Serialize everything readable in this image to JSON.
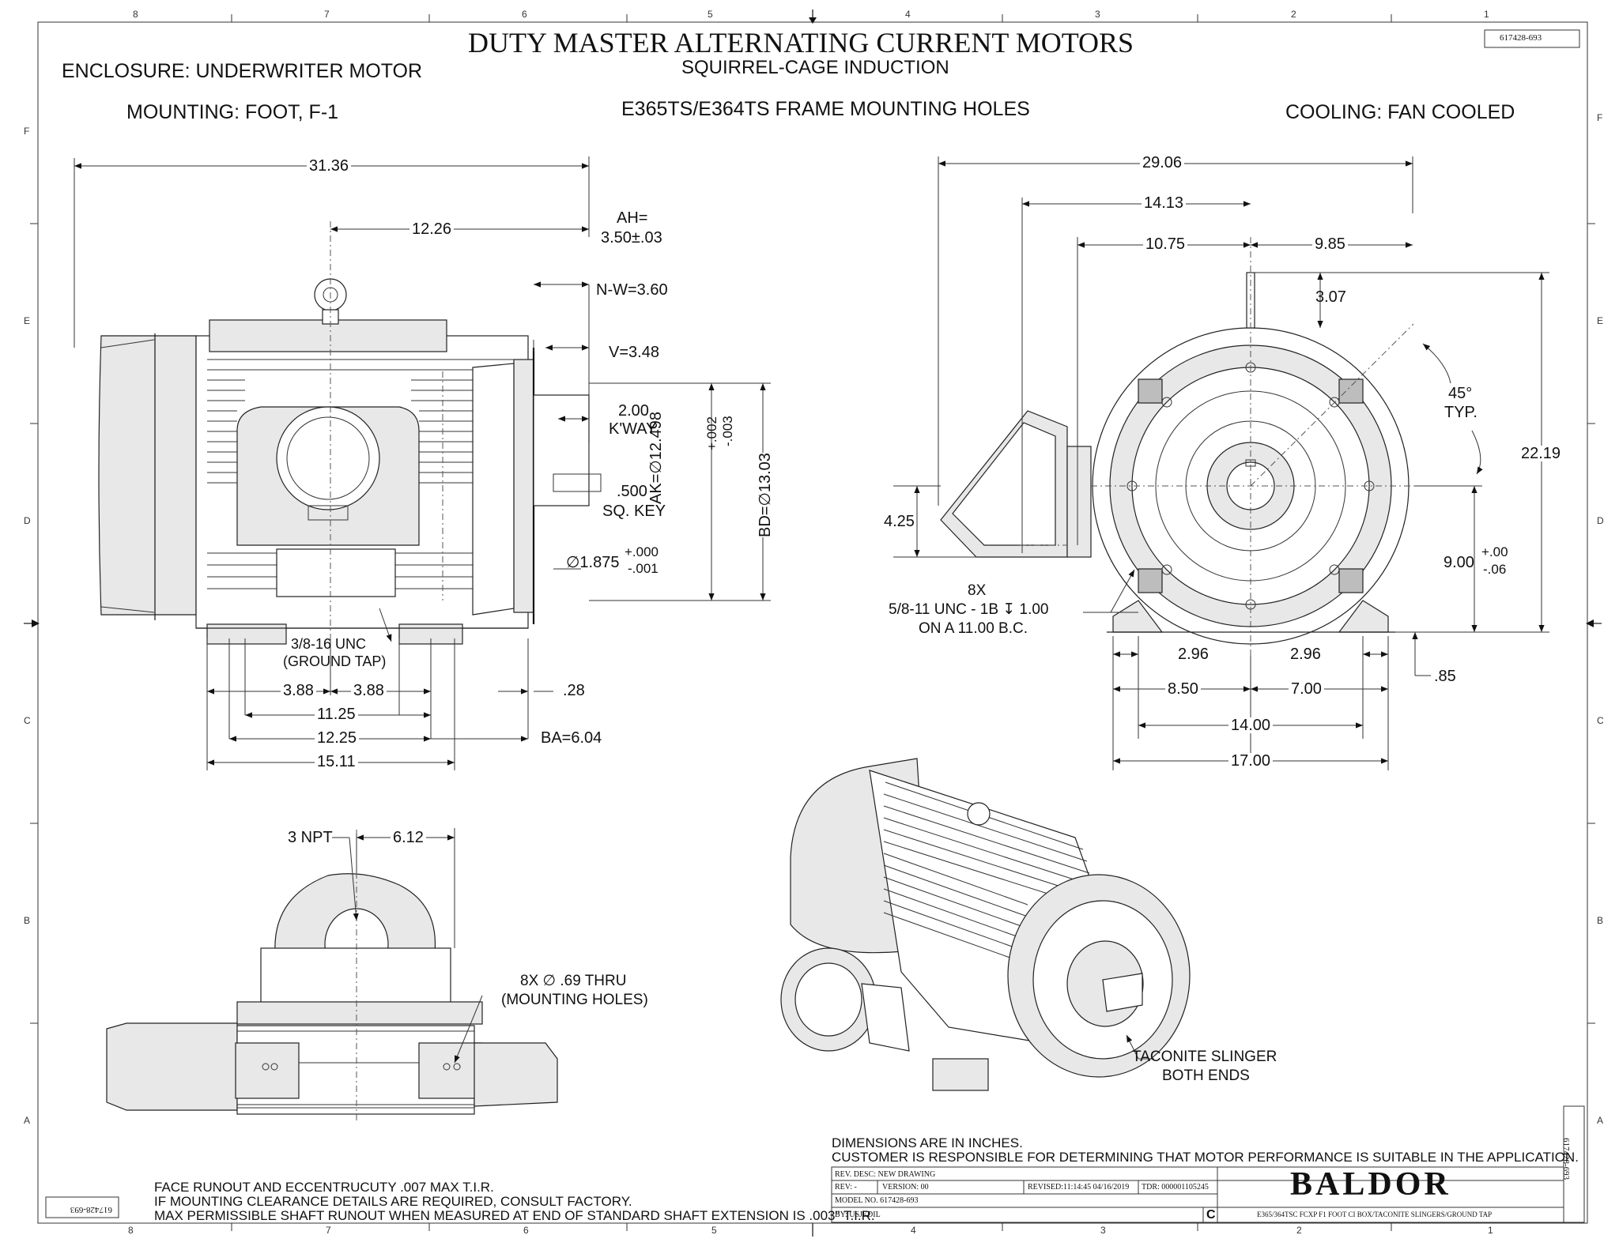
{
  "header": {
    "title": "DUTY MASTER ALTERNATING CURRENT MOTORS",
    "subtitle": "SQUIRREL-CAGE INDUCTION",
    "doc_number": "617428-693",
    "enclosure": "ENCLOSURE: UNDERWRITER MOTOR",
    "mounting": "MOUNTING: FOOT, F-1",
    "frame": "E365TS/E364TS FRAME MOUNTING HOLES",
    "cooling": "COOLING: FAN COOLED"
  },
  "zones": {
    "cols_top": [
      "8",
      "7",
      "6",
      "5",
      "4",
      "3",
      "2",
      "1"
    ],
    "cols_bottom": [
      "8",
      "7",
      "6",
      "5",
      "4",
      "3",
      "2",
      "1"
    ],
    "rows": [
      "F",
      "E",
      "D",
      "C",
      "B",
      "A"
    ]
  },
  "side_view": {
    "d_31_36": "31.36",
    "d_12_26": "12.26",
    "ah": "AH=",
    "ah_val": "3.50±.03",
    "nw": "N-W=3.60",
    "v": "V=3.48",
    "kway_val": "2.00",
    "kway": "K'WAY",
    "key_val": ".500",
    "key": "SQ. KEY",
    "shaft_dia": "∅1.875",
    "shaft_tol_hi": "+.000",
    "shaft_tol_lo": "-.001",
    "ak": "AK=∅12.498",
    "ak_tol_hi": "+.002",
    "ak_tol_lo": "-.003",
    "bd": "BD=∅13.03",
    "ground_tap_1": "3/8-16 UNC",
    "ground_tap_2": "(GROUND TAP)",
    "d_3_88_a": "3.88",
    "d_3_88_b": "3.88",
    "d_0_28": ".28",
    "d_11_25": "11.25",
    "d_12_25": "12.25",
    "ba": "BA=6.04",
    "d_15_11": "15.11"
  },
  "end_view": {
    "d_29_06": "29.06",
    "d_14_13": "14.13",
    "d_10_75": "10.75",
    "d_9_85": "9.85",
    "d_3_07": "3.07",
    "angle": "45°",
    "angle_note": "TYP.",
    "d_22_19": "22.19",
    "d_4_25": "4.25",
    "holes_qty": "8X",
    "holes_thread": "5/8-11 UNC - 1B ↧ 1.00",
    "holes_bc": "ON A 11.00 B.C.",
    "d_9_00": "9.00",
    "d_9_00_hi": "+.00",
    "d_9_00_lo": "-.06",
    "d_2_96_a": "2.96",
    "d_2_96_b": "2.96",
    "d_0_85": ".85",
    "d_8_50": "8.50",
    "d_7_00": "7.00",
    "d_14_00": "14.00",
    "d_17_00": "17.00"
  },
  "top_view": {
    "npt": "3 NPT",
    "d_6_12": "6.12",
    "mount_holes_1": "8X ∅ .69 THRU",
    "mount_holes_2": "(MOUNTING HOLES)"
  },
  "iso_view": {
    "slinger_1": "TACONITE SLINGER",
    "slinger_2": "BOTH ENDS"
  },
  "notes": {
    "units": "DIMENSIONS ARE IN INCHES.",
    "responsibility": "CUSTOMER IS RESPONSIBLE FOR DETERMINING THAT MOTOR PERFORMANCE IS SUITABLE IN THE APPLICATION.",
    "runout": "FACE RUNOUT AND ECCENTRUCUTY .007 MAX T.I.R.",
    "clearance": "IF MOUNTING CLEARANCE DETAILS ARE REQUIRED, CONSULT FACTORY.",
    "shaft_runout": "MAX PERMISSIBLE SHAFT RUNOUT WHEN MEASURED AT END OF STANDARD SHAFT EXTENSION IS .003\" T.I.R."
  },
  "title_block": {
    "rev_desc": "REV. DESC: NEW DRAWING",
    "rev": "REV:  -",
    "version": "VERSION:  00",
    "revised": "REVISED:11:14:45 04/16/2019",
    "tdr": "TDR: 000001105245",
    "model": "MODEL NO.  617428-693",
    "by": "BY: USJEDIL",
    "size": "C",
    "brand": "BALDOR",
    "description": "E365/364TSC FCXP F1 FOOT CI BOX/TACONITE SLINGERS/GROUND TAP",
    "side_number": "617428-693",
    "corner_number": "617428-693"
  }
}
